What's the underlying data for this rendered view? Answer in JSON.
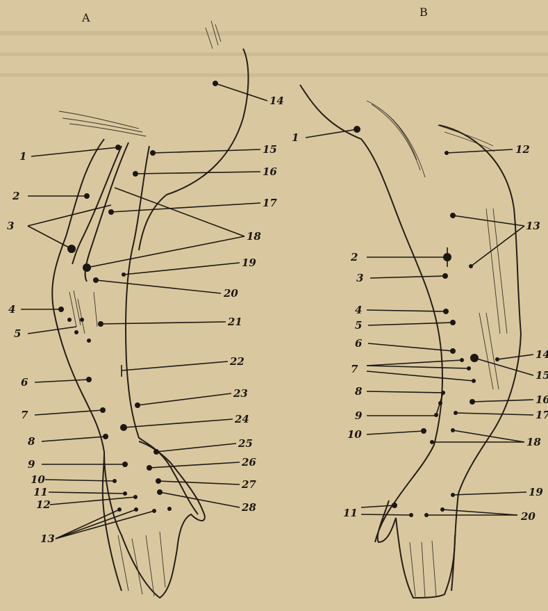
{
  "figure": {
    "panels": [
      {
        "heading": "A",
        "labels": [
          "1",
          "2",
          "3",
          "4",
          "5",
          "6",
          "7",
          "8",
          "9",
          "10",
          "11",
          "12",
          "13",
          "14",
          "15",
          "16",
          "17",
          "18",
          "19",
          "20",
          "21",
          "22",
          "23",
          "24",
          "25",
          "26",
          "27",
          "28"
        ]
      },
      {
        "heading": "B",
        "labels": [
          "1",
          "12",
          "13",
          "2",
          "3",
          "4",
          "5",
          "6",
          "7",
          "14",
          "15",
          "8",
          "16",
          "9",
          "17",
          "10",
          "18",
          "19",
          "11",
          "20"
        ]
      }
    ]
  }
}
